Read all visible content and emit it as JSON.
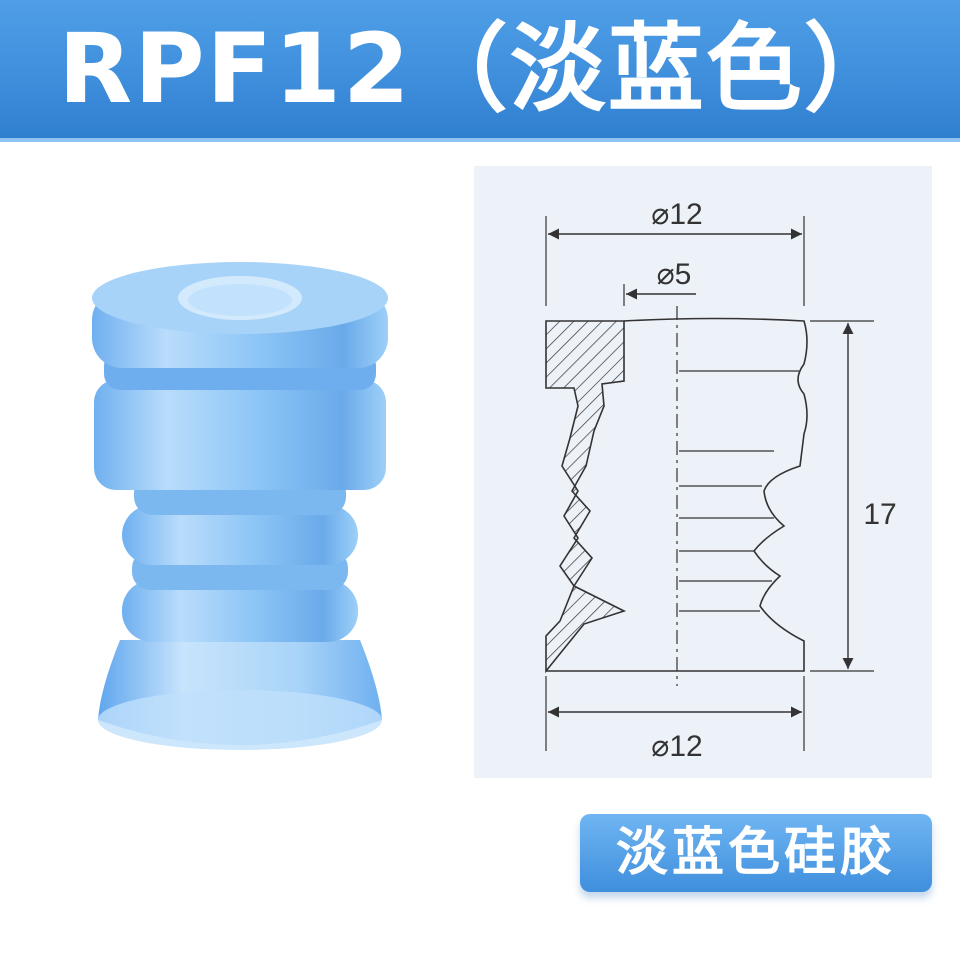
{
  "banner": {
    "title": "RPF12（淡蓝色）"
  },
  "drawing": {
    "top_diameter": "⌀12",
    "inner_diameter": "⌀5",
    "height": "17",
    "bottom_diameter": "⌀12"
  },
  "material": {
    "label": "淡蓝色硅胶"
  },
  "colors": {
    "banner": "#3f8fdd",
    "product": "#8fc6f5",
    "panel": "#edf1f8",
    "line": "#333333"
  }
}
